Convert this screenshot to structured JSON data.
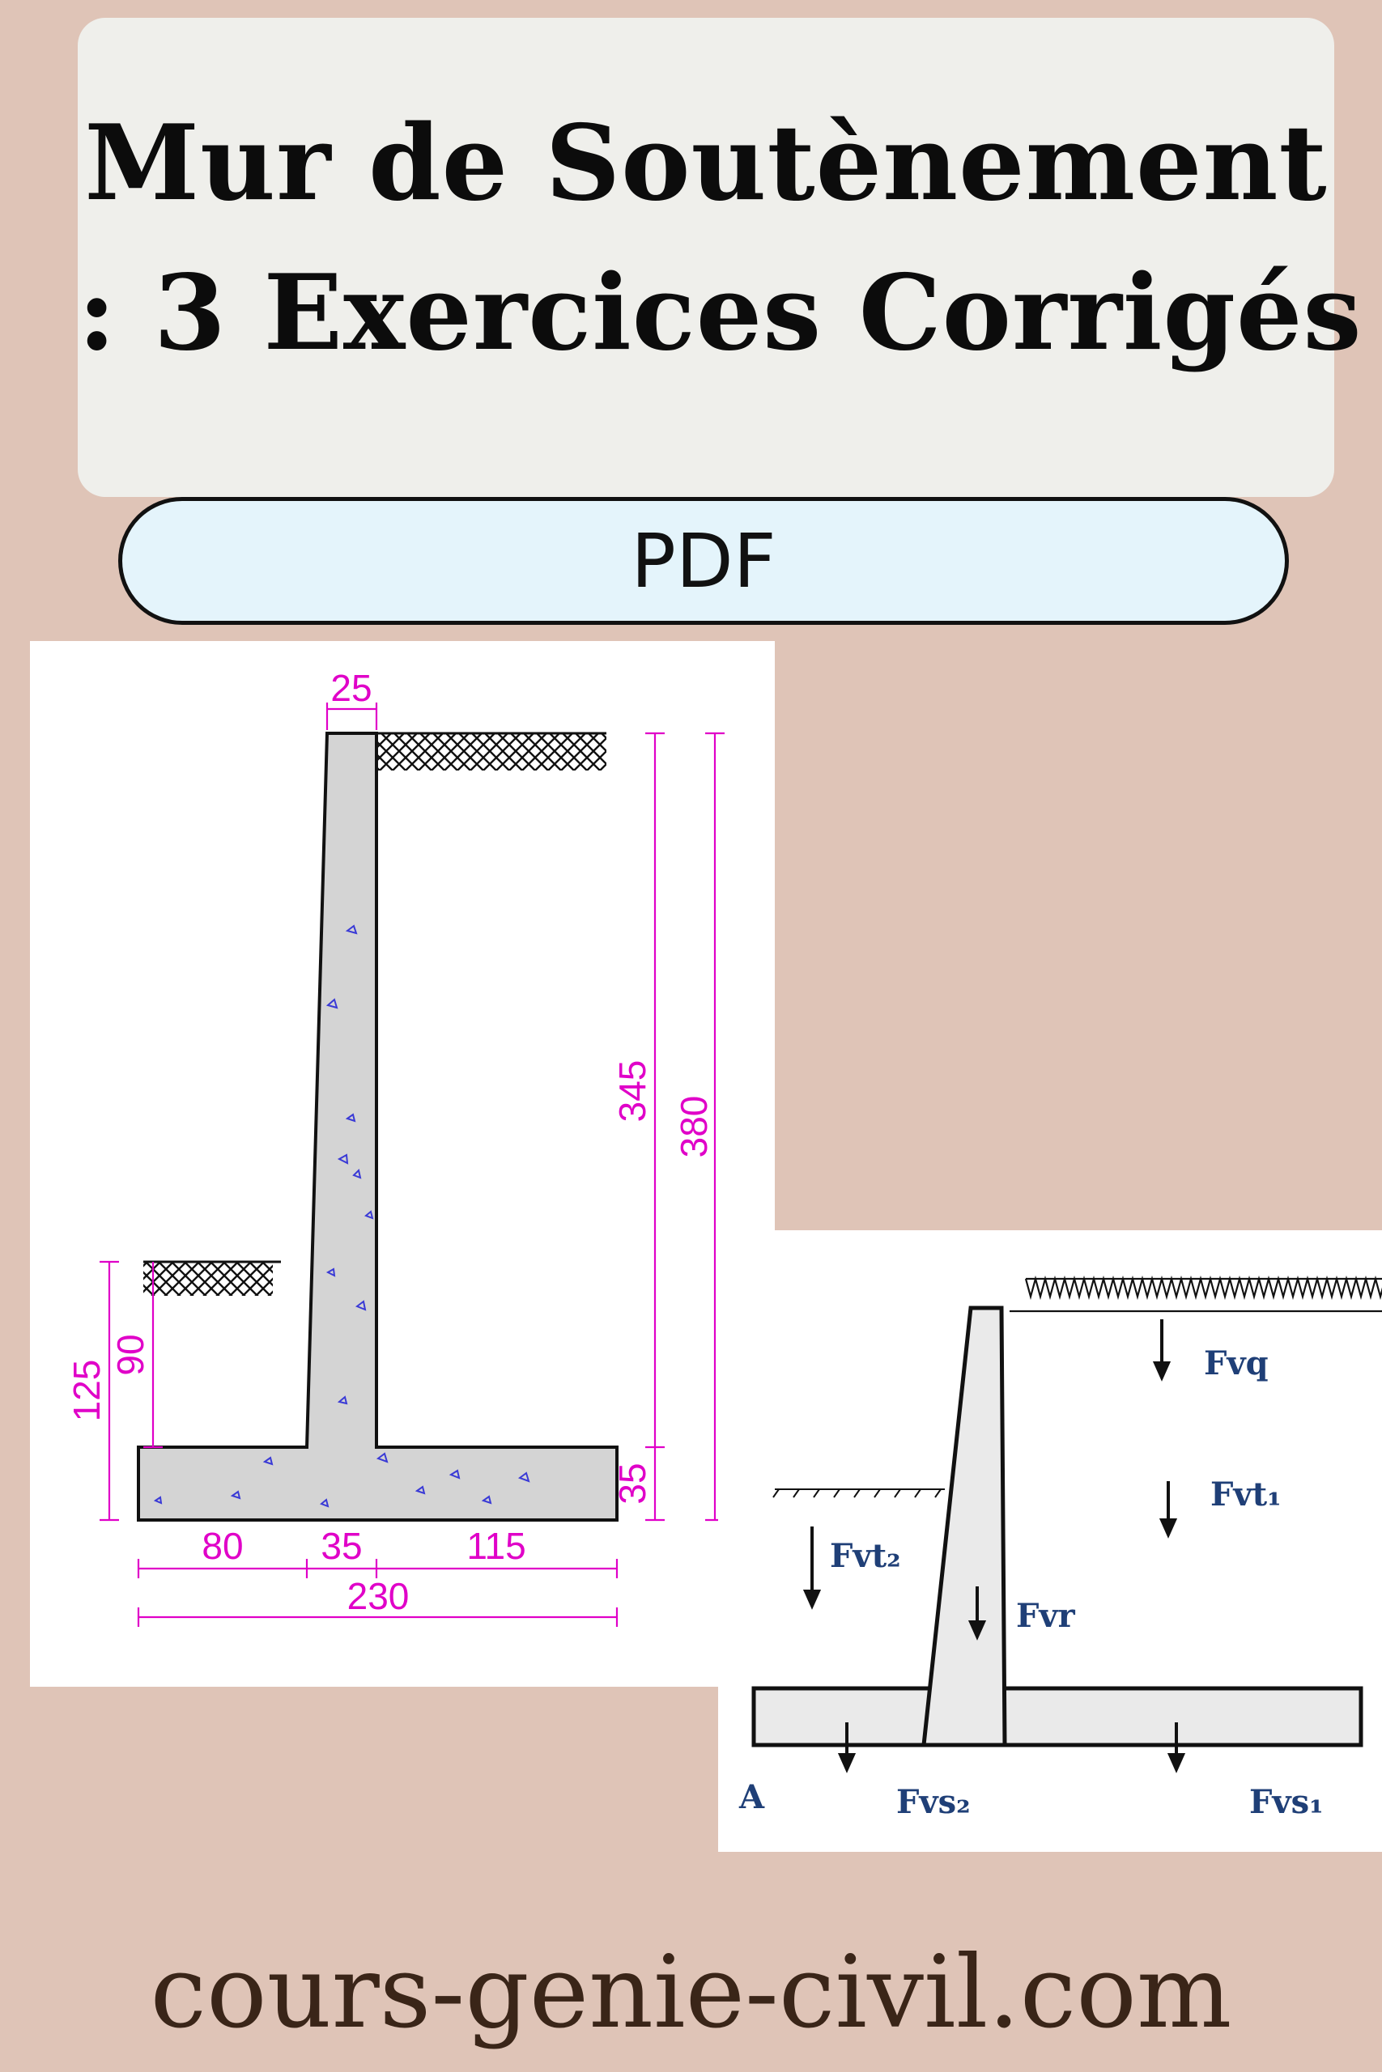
{
  "title": {
    "line1": "Mur de Soutènement",
    "line2": ": 3 Exercices Corrigés"
  },
  "badge": {
    "label": "PDF"
  },
  "diagram1": {
    "dimension_labels": {
      "top_width": "25",
      "stem_height": "345",
      "total_height": "380",
      "front_height_total": "125",
      "front_height": "90",
      "base_thickness": "35",
      "toe": "80",
      "stem_base": "35",
      "heel": "115",
      "base_width": "230"
    },
    "colors": {
      "dimension": "#e000c8",
      "concrete": "#d4d4d4",
      "aggregate": "#3a3ad6"
    }
  },
  "diagram2": {
    "force_labels": {
      "fvq": "Fvq",
      "fvt1": "Fvt₁",
      "fvt2": "Fvt₂",
      "fvr": "Fvr",
      "fvs2": "Fvs₂",
      "fvs1": "Fvs₁"
    },
    "point_label": "A",
    "colors": {
      "label": "#1f3f77",
      "concrete": "#eaeaea"
    }
  },
  "footer": {
    "site": "cours-genie-civil.com"
  }
}
